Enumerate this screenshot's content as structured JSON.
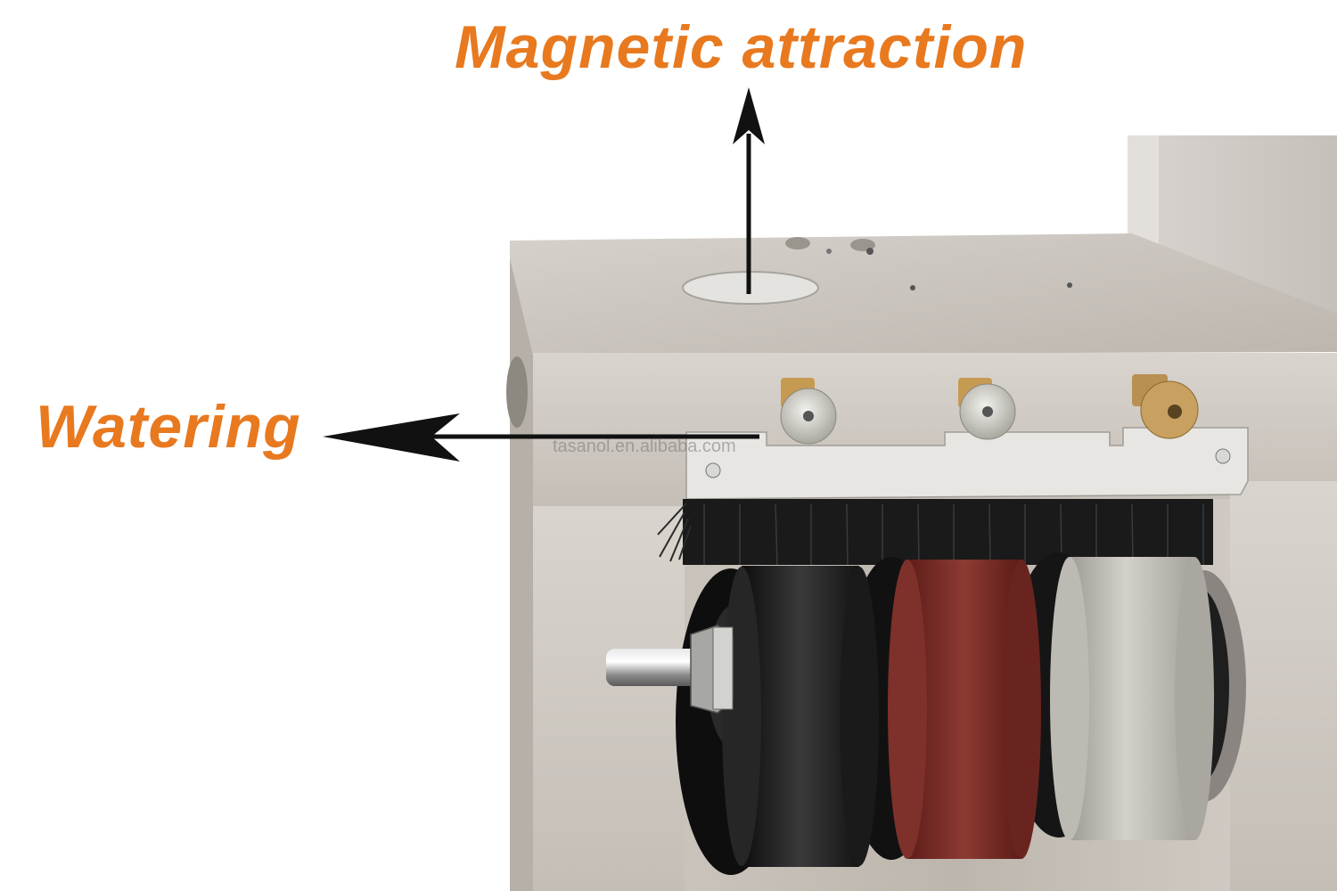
{
  "annotations": {
    "magnetic_label": "Magnetic attraction",
    "watering_label": "Watering"
  },
  "watermark": "tasanol.en.alibaba.com",
  "colors": {
    "label": "#e8791f",
    "arrow": "#111111",
    "steel": "#c9c4be"
  },
  "wheels": [
    {
      "name": "black-polishing-wheel",
      "color": "#1e1e1e"
    },
    {
      "name": "red-sanding-wheel",
      "color": "#7a2a24"
    },
    {
      "name": "silver-grinding-wheel",
      "color": "#b9b7ae"
    }
  ]
}
